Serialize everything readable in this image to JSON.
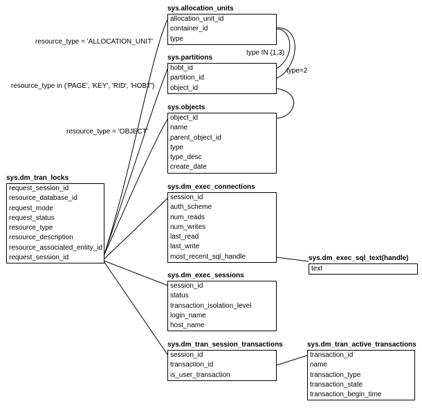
{
  "tables": {
    "allocation_units": {
      "title": "sys.allocation_units",
      "fields": [
        "allocation_unit_id",
        "container_id",
        "type"
      ]
    },
    "partitions": {
      "title": "sys.partitions",
      "fields": [
        "hobt_id",
        "partition_id",
        "object_id"
      ]
    },
    "objects": {
      "title": "sys.objects",
      "fields": [
        "object_id",
        "name",
        "parent_object_id",
        "type",
        "type_desc",
        "create_date"
      ]
    },
    "tran_locks": {
      "title": "sys.dm_tran_locks",
      "fields": [
        "request_session_id",
        "resource_database_id",
        "request_mode",
        "request_status",
        "resource_type",
        "resource_description",
        "resource_associated_entity_id",
        "request_session_id"
      ]
    },
    "exec_connections": {
      "title": "sys.dm_exec_connections",
      "fields": [
        "session_id",
        "auth_scheme",
        "num_reads",
        "num_writes",
        "last_read",
        "last_write",
        "most_recent_sql_handle"
      ]
    },
    "exec_sql_text": {
      "title": "sys.dm_exec_sql_text(handle)",
      "fields": [
        "text"
      ]
    },
    "exec_sessions": {
      "title": "sys.dm_exec_sessions",
      "fields": [
        "session_id",
        "status",
        "transaction_isolation_level",
        "login_name",
        "host_name"
      ]
    },
    "session_transactions": {
      "title": "sys.dm_tran_session_transactions",
      "fields": [
        "session_id",
        "transaction_id",
        "is_user_transaction"
      ]
    },
    "active_transactions": {
      "title": "sys.dm_tran_active_transactions",
      "fields": [
        "transaction_id",
        "name",
        "transaction_type",
        "transaction_state",
        "transaction_begin_time"
      ]
    }
  },
  "labels": {
    "allocation_unit": "resource_type = 'ALLOCATION_UNIT'",
    "page_key_rid_hobt": "resource_type in ('PAGE', 'KEY', 'RID', 'HOBT')",
    "object": "resource_type = 'OBJECT'",
    "type_in": "type IN (1,3)",
    "type_eq": "type=2"
  }
}
